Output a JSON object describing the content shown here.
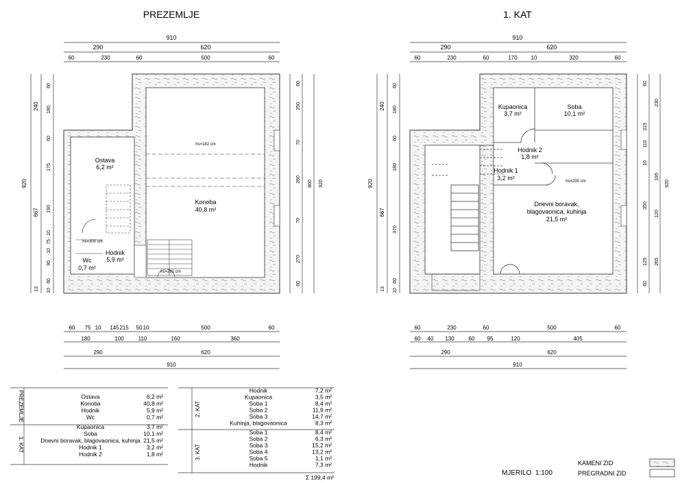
{
  "titles": {
    "ground": "PREZEMLJE",
    "first": "1. KAT"
  },
  "ground": {
    "top_total": "910",
    "top_mid": [
      "290",
      "620"
    ],
    "top_detail": [
      "60",
      "230",
      "60",
      "500",
      "60"
    ],
    "left_outer": [
      "240",
      "667"
    ],
    "left_total": "920",
    "left_inner": [
      "60",
      "180",
      "60",
      "175",
      "190",
      "10",
      "75",
      "10",
      "90",
      "60",
      "10",
      "13"
    ],
    "right_inner": [
      "60",
      "250",
      "70",
      "260",
      "70",
      "270",
      "60"
    ],
    "right_mid": "800",
    "right_total": "920",
    "bottom_detail": [
      "60",
      "75",
      "10",
      "145",
      "215",
      "50",
      "10",
      "500",
      "60"
    ],
    "bottom_mid": [
      "180",
      "100",
      "110",
      "160",
      "360"
    ],
    "bottom_main": [
      "290",
      "620"
    ],
    "bottom_total": "910",
    "rooms": [
      {
        "name": "Ostava",
        "area": "6,2 m²"
      },
      {
        "name": "Konoba",
        "area": "40,8 m²"
      },
      {
        "name": "Hodnik",
        "area": "5,9 m²"
      },
      {
        "name": "Wc",
        "area": "0,7 m²"
      }
    ],
    "hs": [
      "hs=182 cm",
      "hs=300 cm",
      "hs=282 cm"
    ]
  },
  "first": {
    "top_total": "910",
    "top_mid": [
      "290",
      "620"
    ],
    "top_detail": [
      "60",
      "230",
      "60",
      "170",
      "10",
      "320",
      "60"
    ],
    "left_outer": [
      "240",
      "667"
    ],
    "left_total": "920",
    "left_inner": [
      "60",
      "180",
      "60",
      "180",
      "370",
      "60",
      "10",
      "13"
    ],
    "right_inner": [
      "60",
      "230",
      "315",
      "110",
      "10",
      "195",
      "350",
      "120",
      "125",
      "265",
      "60"
    ],
    "right_total": "920",
    "bottom_detail": [
      "60",
      "230",
      "60",
      "500",
      "60"
    ],
    "bottom_mid": [
      "60",
      "40",
      "130",
      "60",
      "95",
      "120",
      "405"
    ],
    "bottom_main": [
      "290",
      "620"
    ],
    "bottom_total": "910",
    "rooms": [
      {
        "name": "Kupaonica",
        "area": "3,7 m²"
      },
      {
        "name": "Soba",
        "area": "10,1 m²"
      },
      {
        "name": "Hodnik 2",
        "area": "1,8 m²"
      },
      {
        "name": "Hodnik 1",
        "area": "3,2 m²"
      },
      {
        "name": "Dnevni boravak,",
        "name2": "blagovaonica, kuhinja",
        "area": "21,5 m²"
      }
    ],
    "hs": [
      "hs=235 cm"
    ]
  },
  "table1": {
    "groups": [
      {
        "label": "PREZEMLJE",
        "rows": [
          [
            "Ostava",
            "6,2 m²"
          ],
          [
            "Konoba",
            "40,8 m²"
          ],
          [
            "Hodnik",
            "5,9 m²"
          ],
          [
            "Wc",
            "0,7 m²"
          ]
        ]
      },
      {
        "label": "1. KAT",
        "rows": [
          [
            "Kupaonica",
            "3,7 m²"
          ],
          [
            "Soba",
            "10,1 m²"
          ],
          [
            "Dnevni boravak, blagovaonica, kuhinja",
            "21,5 m²"
          ],
          [
            "Hodnik 1",
            "3,2 m²"
          ],
          [
            "Hodnik 2",
            "1,8 m²"
          ]
        ]
      }
    ]
  },
  "table2": {
    "groups": [
      {
        "label": "2. KAT",
        "rows": [
          [
            "Hodnik",
            "7,2 m²"
          ],
          [
            "Kupaonica",
            "3,5 m²"
          ],
          [
            "Soba 1",
            "8,4 m²"
          ],
          [
            "Soba 2",
            "11,9 m²"
          ],
          [
            "Soba 3",
            "14,7 m²"
          ],
          [
            "Kuhinja, blagovaonica",
            "8,3 m²"
          ]
        ]
      },
      {
        "label": "3. KAT",
        "rows": [
          [
            "Soba 1",
            "8,4 m²"
          ],
          [
            "Soba 2",
            "6,3 m²"
          ],
          [
            "Soba 3",
            "15,2 m²"
          ],
          [
            "Soba 4",
            "13,2 m²"
          ],
          [
            "Soba 5",
            "1,1 m²"
          ],
          [
            "Hodnik",
            "7,3 m²"
          ]
        ]
      }
    ],
    "total": "Σ   199,4 m²"
  },
  "scale": "MJERILO  1:100",
  "legend": {
    "stone": "KAMENI ZID",
    "partition": "PREGRADNI ZID"
  }
}
